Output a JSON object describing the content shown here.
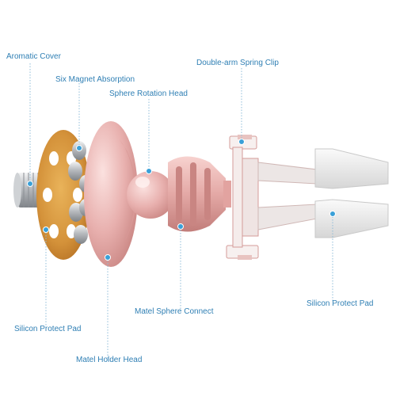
{
  "labels": {
    "aromatic_cover": "Aromatic Cover",
    "six_magnet": "Six Magnet Absorption",
    "sphere_rotation": "Sphere Rotation Head",
    "spring_clip": "Double-arm Spring Clip",
    "silicon_pad_left": "Silicon Protect Pad",
    "metal_holder_head": "Matel Holder Head",
    "metal_sphere_connect": "Matel Sphere Connect",
    "silicon_pad_right": "Silicon Protect Pad"
  },
  "colors": {
    "label_text": "#2f7fb4",
    "leader_line": "#8fbcd8",
    "callout_dot": "#3aa0d8",
    "rose_gold": "#e6b2b0",
    "orange_pad": "#d99a3c",
    "silver": "#b9bcc0",
    "clip_gray": "#e7e7e7"
  }
}
